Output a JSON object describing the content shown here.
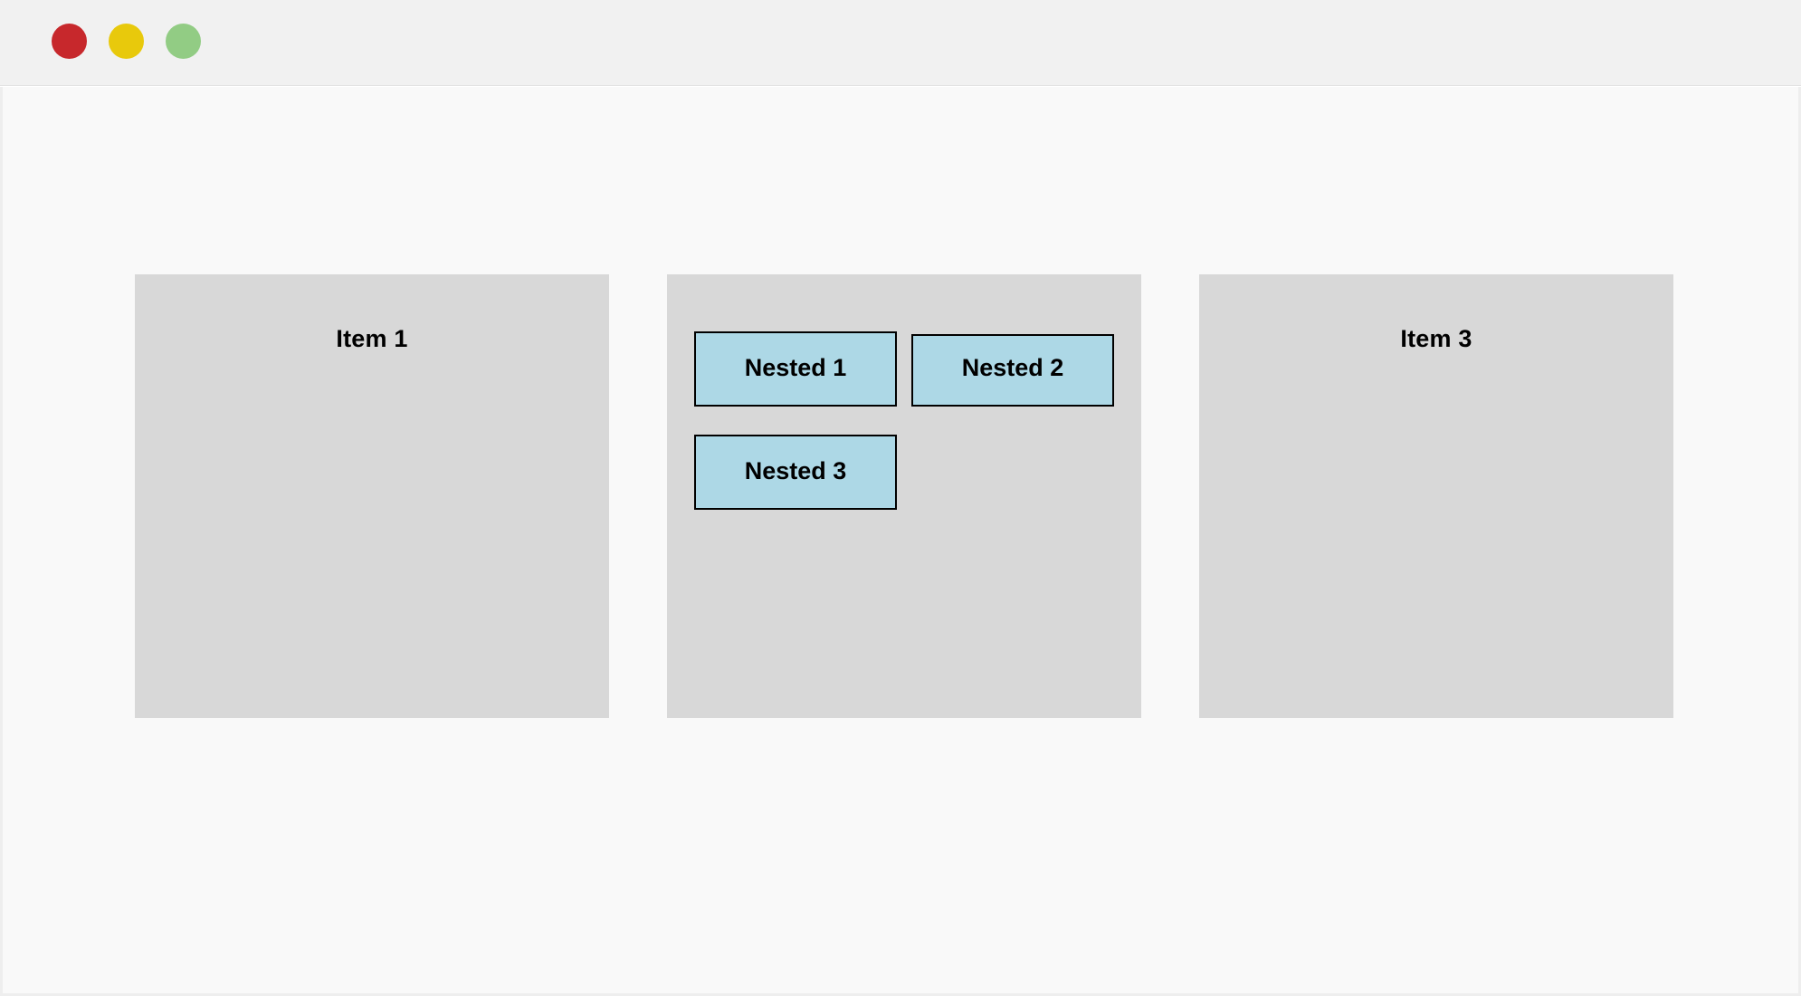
{
  "window": {
    "controls": [
      {
        "name": "close-button",
        "color": "#c7282c"
      },
      {
        "name": "minimize-button",
        "color": "#e8c90c"
      },
      {
        "name": "maximize-button",
        "color": "#92cc84"
      }
    ]
  },
  "theme": {
    "titlebar_bg": "#f1f1f1",
    "page_bg": "#f9f9f9",
    "item_bg": "#d8d8d8",
    "nested_bg": "#ADD8E6",
    "nested_border": "#000000",
    "text_color": "#000000"
  },
  "main": {
    "items": [
      {
        "label": "Item 1"
      },
      {
        "label": "",
        "nested": [
          {
            "label": "Nested 1"
          },
          {
            "label": "Nested 2"
          },
          {
            "label": "Nested 3"
          }
        ]
      },
      {
        "label": "Item 3"
      }
    ]
  }
}
